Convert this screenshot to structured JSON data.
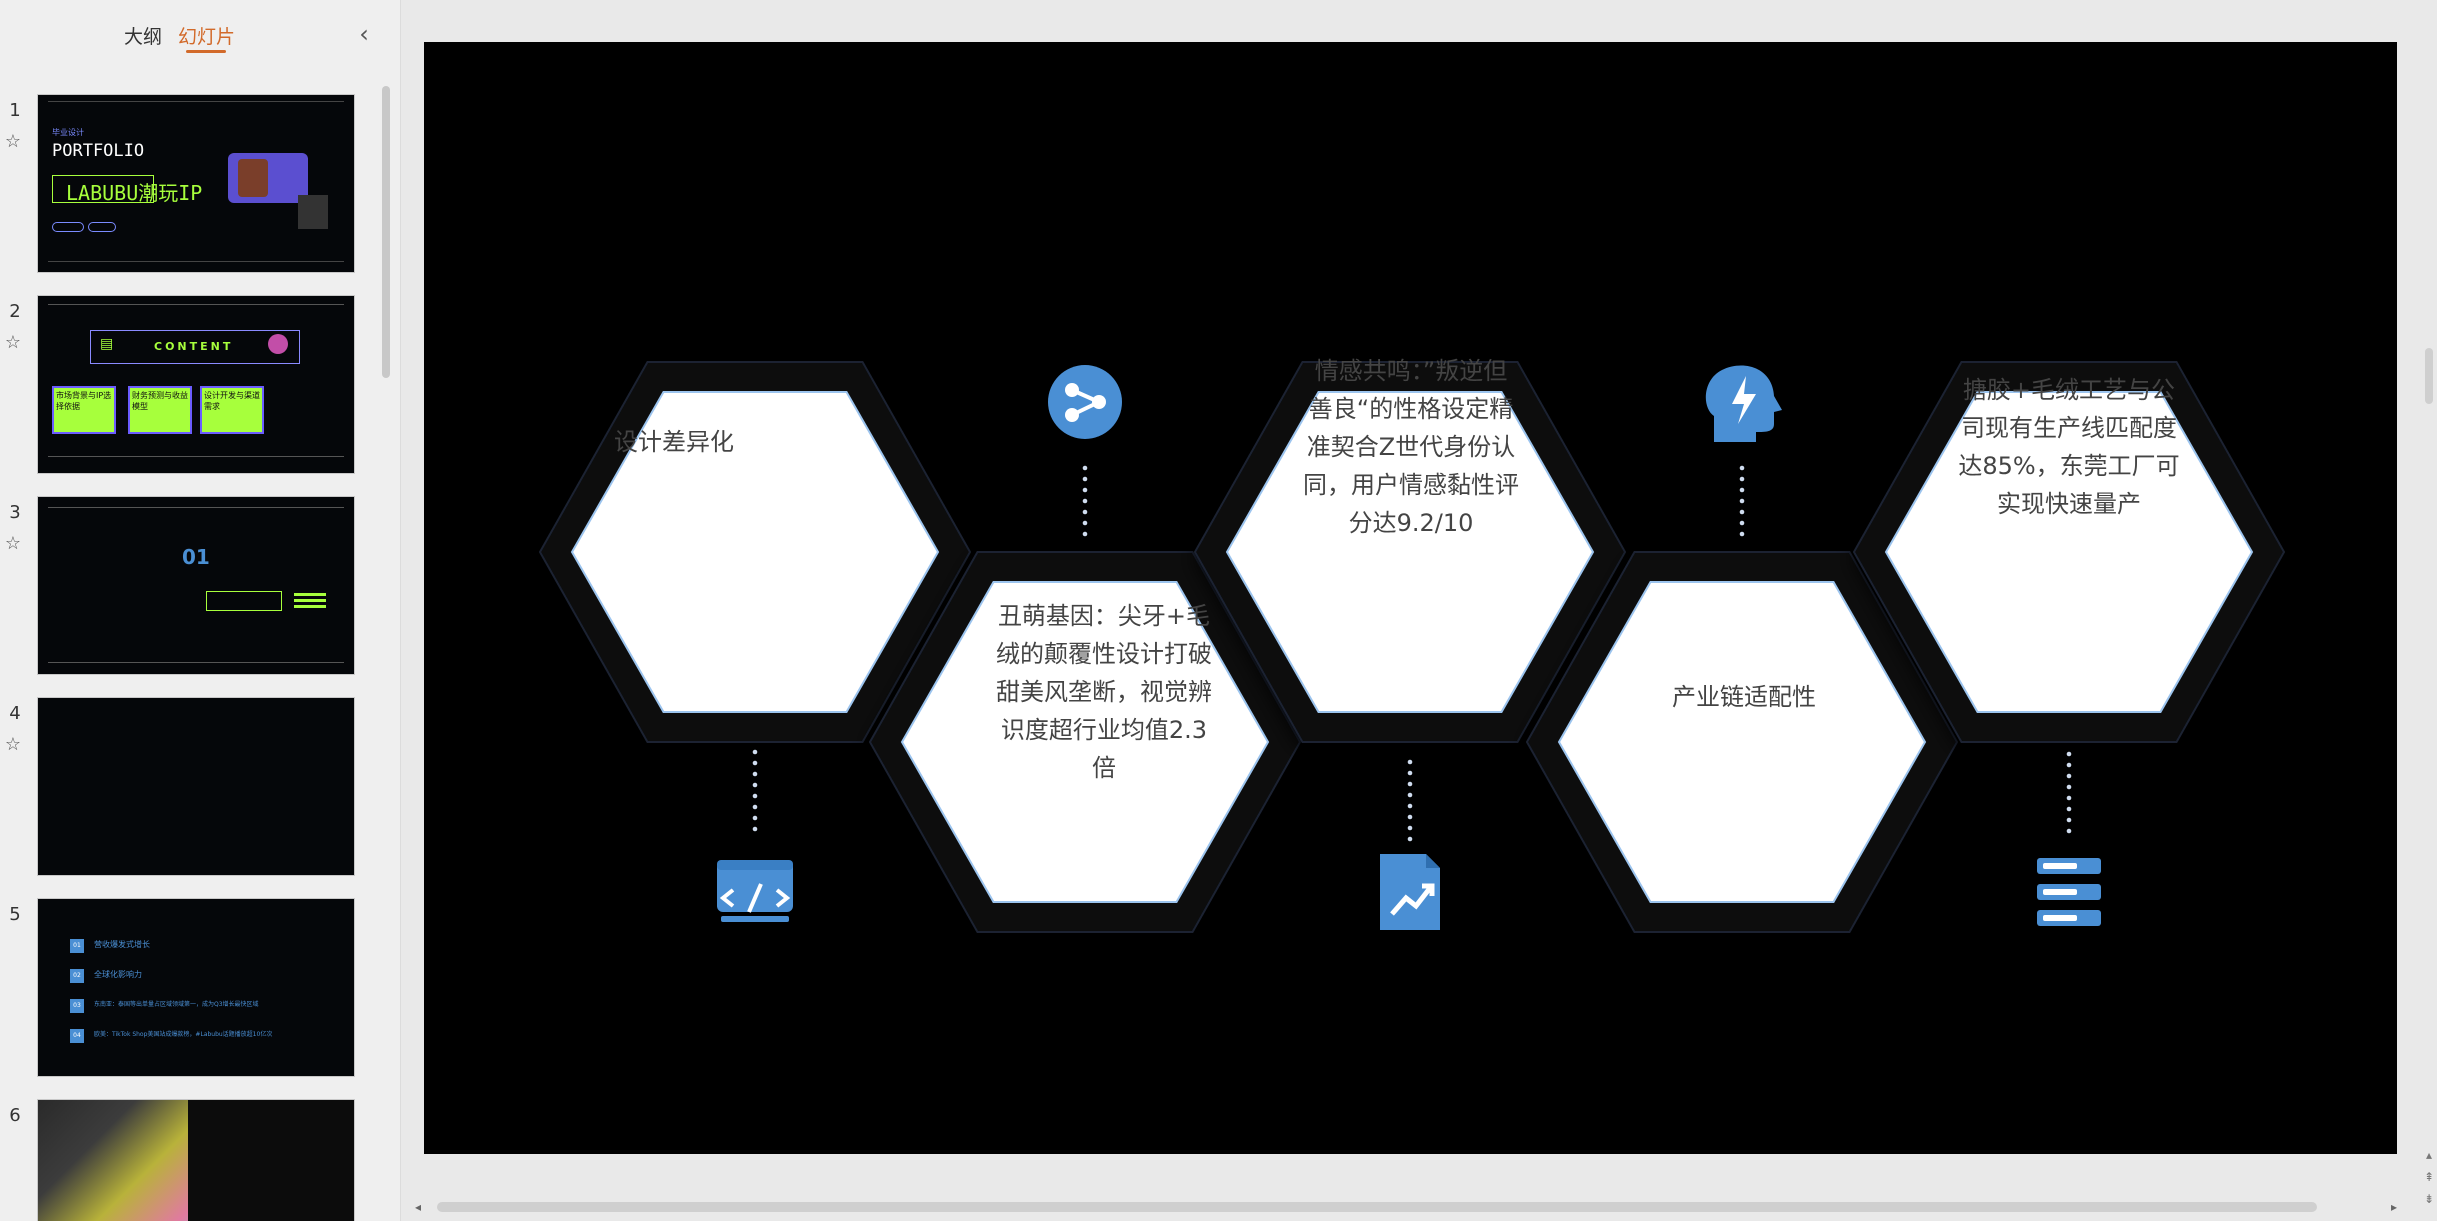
{
  "panel": {
    "tab_outline": "大纲",
    "tab_slides": "幻灯片",
    "collapse_icon": "‹"
  },
  "thumbnails": [
    {
      "number": "1",
      "title_small": "毕业设计",
      "title": "PORTFOLIO",
      "subtitle": "LABUBU潮玩IP"
    },
    {
      "number": "2",
      "title": "CONTENT",
      "card1": "市场背景与IP选择依据",
      "card2": "财务预测与收益模型",
      "card3": "设计开发与渠道需求"
    },
    {
      "number": "3",
      "title": "01"
    },
    {
      "number": "4"
    },
    {
      "number": "5",
      "items": [
        "01",
        "02",
        "03",
        "04"
      ],
      "lines": [
        "营收爆发式增长",
        "全球化影响力",
        "东南亚：泰国等出单量占区域领域第一，成为Q3增长最快区域",
        "欧美：TikTok Shop美国站成爆款榜，#Labubu话题播放超10亿次"
      ]
    },
    {
      "number": "6"
    }
  ],
  "slide": {
    "hexagons": [
      {
        "text_lines": [
          "设计差异化"
        ]
      },
      {
        "text_lines": [
          "丑萌基因：尖牙+毛",
          "绒的颠覆性设计打破",
          "甜美风垄断，视觉辨",
          "识度超行业均值2.3",
          "倍"
        ]
      },
      {
        "text_lines": [
          "情感共鸣：”叛逆但",
          "善良“的性格设定精",
          "准契合Z世代身份认",
          "同，用户情感黏性评",
          "分达9.2/10"
        ]
      },
      {
        "text_lines": [
          "产业链适配性"
        ]
      },
      {
        "text_lines": [
          "搪胶+毛绒工艺与公",
          "司现有生产线匹配度",
          "达85%，东莞工厂可",
          "实现快速量产"
        ]
      }
    ],
    "icons": [
      "share-network-icon",
      "code-monitor-icon",
      "bolt-head-icon",
      "chart-document-icon",
      "server-icon"
    ],
    "colors": {
      "accent": "#4a8fd4",
      "hex_fill": "#ffffff",
      "hex_border": "#1b2330",
      "background": "#000000"
    }
  }
}
